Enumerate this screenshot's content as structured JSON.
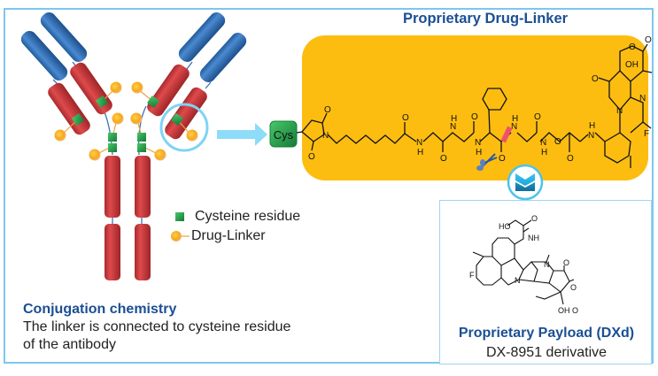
{
  "linker_panel": {
    "title": "Proprietary Drug-Linker",
    "cys_label": "Cys",
    "atoms": {
      "O": "O",
      "N": "N",
      "H": "H",
      "NH": "NH",
      "OH": "OH",
      "F": "F",
      "HO": "HO"
    }
  },
  "legend": {
    "items": [
      {
        "icon": "cysteine-square-icon",
        "label": "Cysteine residue",
        "color": "#1fa34a"
      },
      {
        "icon": "drug-linker-dot-icon",
        "label": "Drug-Linker",
        "color": "#f6a81c"
      }
    ]
  },
  "caption": {
    "title": "Conjugation chemistry",
    "body_line1": "The linker is connected to cysteine residue",
    "body_line2": "of the antibody"
  },
  "payload": {
    "title": "Proprietary Payload (DXd)",
    "subtitle": "DX-8951 derivative"
  },
  "colors": {
    "frame": "#7cc7f0",
    "heading": "#1b4f93",
    "linker_panel": "#fdbd10",
    "heavy_chain": "#c8363a",
    "light_variable": "#2f6db3",
    "cysteine": "#1fa34a",
    "drug": "#f6a81c",
    "highlight": "#7fd3f5",
    "cleavage": "#f0506e"
  }
}
